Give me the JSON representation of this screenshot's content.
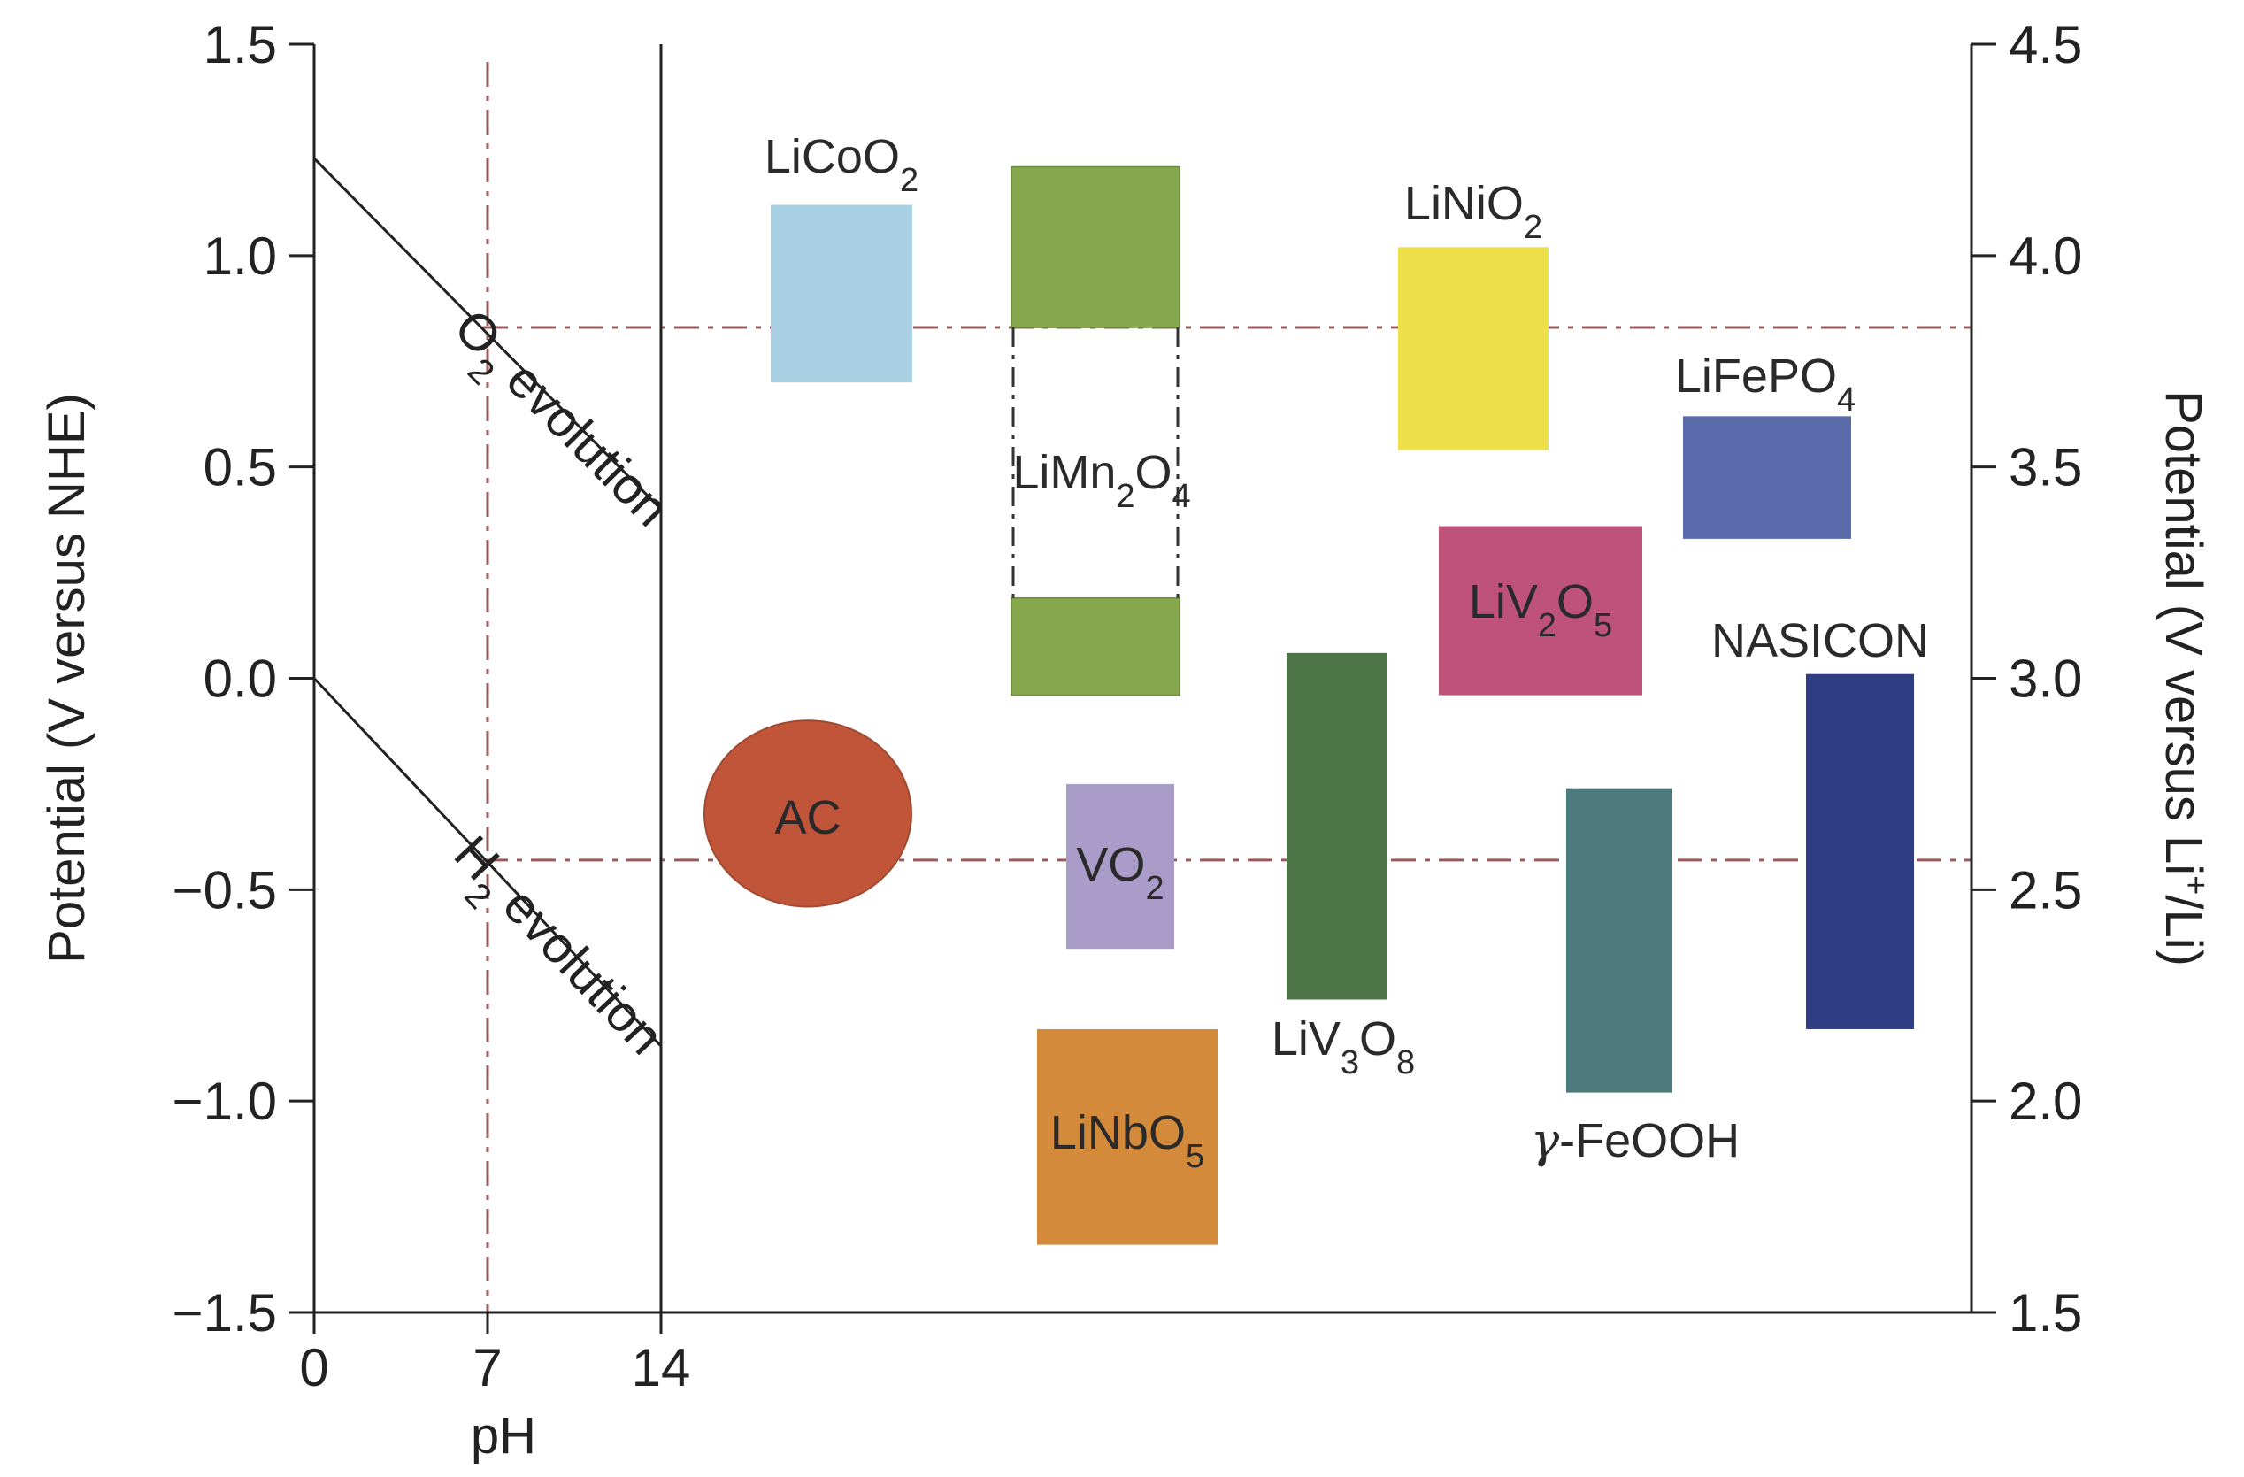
{
  "chart_data": {
    "type": "range-bar",
    "xlabel": "pH",
    "ylabel_left": "Potential (V versus NHE)",
    "ylabel_right": "Potential (V versus Li+/Li)",
    "ylabel_right_parts": {
      "pre": "Potential (V versus Li",
      "sup": "+",
      "post": "/Li)"
    },
    "ylim_left": [
      -1.5,
      1.5
    ],
    "ylim_right": [
      1.5,
      4.5
    ],
    "left_ticks": [
      "1.5",
      "1.0",
      "0.5",
      "0.0",
      "−0.5",
      "−1.0",
      "−1.5"
    ],
    "left_tick_values": [
      1.5,
      1.0,
      0.5,
      0.0,
      -0.5,
      -1.0,
      -1.5
    ],
    "right_ticks": [
      "4.5",
      "4.0",
      "3.5",
      "3.0",
      "2.5",
      "2.0",
      "1.5"
    ],
    "right_tick_values": [
      4.5,
      4.0,
      3.5,
      3.0,
      2.5,
      2.0,
      1.5
    ],
    "x_ticks": [
      "0",
      "7",
      "14"
    ],
    "x_tick_values": [
      0,
      7,
      14
    ],
    "evolution_lines": [
      {
        "name": "O2 evolution",
        "parts": [
          [
            "O",
            ""
          ],
          [
            "2",
            "sub"
          ],
          [
            " evolution",
            ""
          ]
        ],
        "pH": [
          0,
          14
        ],
        "potential": [
          1.23,
          0.4
        ]
      },
      {
        "name": "H2 evolution",
        "parts": [
          [
            "H",
            ""
          ],
          [
            "2",
            "sub"
          ],
          [
            " evolution",
            ""
          ]
        ],
        "pH": [
          0,
          14
        ],
        "potential": [
          0.0,
          -0.87
        ]
      }
    ],
    "reference_potentials": [
      0.83,
      -0.43
    ],
    "reference_pH": 7,
    "materials": [
      {
        "name": "LiCoO2",
        "parts": [
          [
            "LiCoO",
            ""
          ],
          [
            "2",
            "sub"
          ]
        ],
        "low": 0.7,
        "high": 1.12,
        "color": "#a8cfe2",
        "shape": "rect"
      },
      {
        "name": "LiMn2O4",
        "parts": [
          [
            "LiMn",
            ""
          ],
          [
            "2",
            "sub"
          ],
          [
            "O",
            ""
          ],
          [
            "4",
            "sub"
          ]
        ],
        "segments": [
          [
            0.83,
            1.21
          ],
          [
            -0.04,
            0.19
          ]
        ],
        "gap": [
          0.19,
          0.83
        ],
        "color": "#88a84d",
        "shape": "split"
      },
      {
        "name": "LiNiO2",
        "parts": [
          [
            "LiNiO",
            ""
          ],
          [
            "2",
            "sub"
          ]
        ],
        "low": 0.54,
        "high": 1.02,
        "color": "#eee04b",
        "shape": "rect"
      },
      {
        "name": "LiFePO4",
        "parts": [
          [
            "LiFePO",
            ""
          ],
          [
            "4",
            "sub"
          ]
        ],
        "low": 0.33,
        "high": 0.62,
        "color": "#5a6aaa",
        "shape": "rect"
      },
      {
        "name": "LiV2O5",
        "parts": [
          [
            "LiV",
            ""
          ],
          [
            "2",
            "sub"
          ],
          [
            "O",
            ""
          ],
          [
            "5",
            "sub"
          ]
        ],
        "low": -0.04,
        "high": 0.36,
        "color": "#bf5279",
        "shape": "rect"
      },
      {
        "name": "NASICON",
        "parts": [
          [
            "NASICON",
            ""
          ]
        ],
        "low": -0.83,
        "high": 0.01,
        "color": "#2f3e83",
        "shape": "rect"
      },
      {
        "name": "AC",
        "parts": [
          [
            "AC",
            ""
          ]
        ],
        "low": -0.54,
        "high": -0.1,
        "color": "#c0553a",
        "shape": "ellipse"
      },
      {
        "name": "VO2",
        "parts": [
          [
            "VO",
            ""
          ],
          [
            "2",
            "sub"
          ]
        ],
        "low": -0.64,
        "high": -0.25,
        "color": "#a99cc9",
        "shape": "rect"
      },
      {
        "name": "LiV3O8",
        "parts": [
          [
            "LiV",
            ""
          ],
          [
            "3",
            "sub"
          ],
          [
            "O",
            ""
          ],
          [
            "8",
            "sub"
          ]
        ],
        "low": -0.76,
        "high": 0.06,
        "color": "#4e7548",
        "shape": "rect"
      },
      {
        "name": "γ-FeOOH",
        "parts": [
          [
            "γ",
            "gamma"
          ],
          [
            "-FeOOH",
            ""
          ]
        ],
        "low": -0.98,
        "high": -0.26,
        "color": "#4d7a7d",
        "shape": "rect"
      },
      {
        "name": "LiNbO5",
        "parts": [
          [
            "LiNbO",
            ""
          ],
          [
            "5",
            "sub"
          ]
        ],
        "low": -1.34,
        "high": -0.83,
        "color": "#d48a3b",
        "shape": "rect"
      }
    ],
    "colors": {
      "axis": "#222222",
      "reference_line": "#9a5a5a"
    }
  }
}
